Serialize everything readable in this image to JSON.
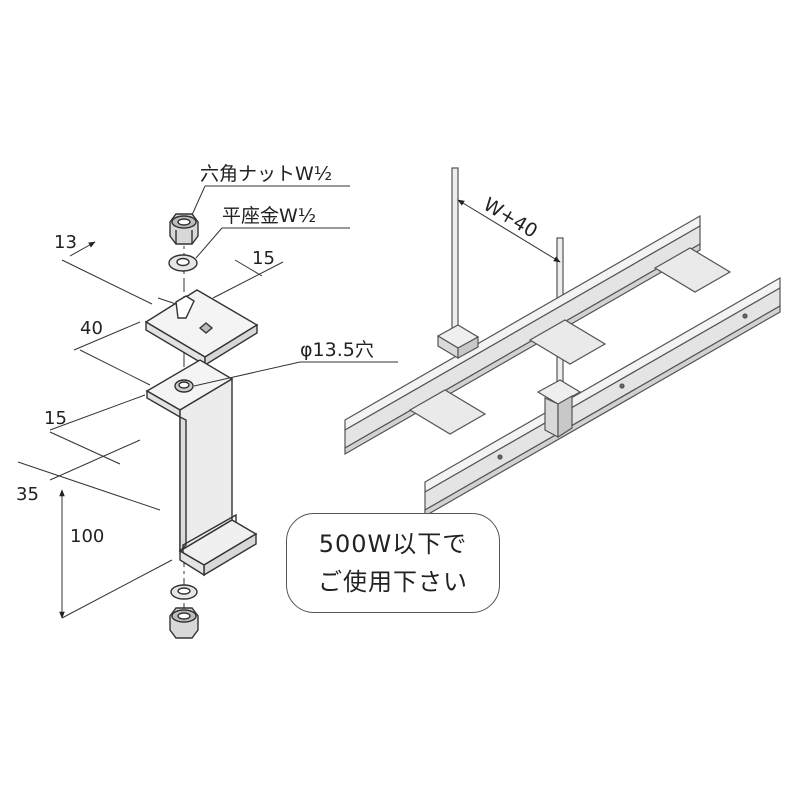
{
  "labels": {
    "hex_nut": "六角ナットW½",
    "flat_washer": "平座金W½",
    "hole": "φ13.5穴",
    "dim_13": "13",
    "dim_15_top": "15",
    "dim_40": "40",
    "dim_15_side": "15",
    "dim_35": "35",
    "dim_100": "100",
    "span": "W+40"
  },
  "note": {
    "line1": "500W以下で",
    "line2": "ご使用下さい"
  }
}
